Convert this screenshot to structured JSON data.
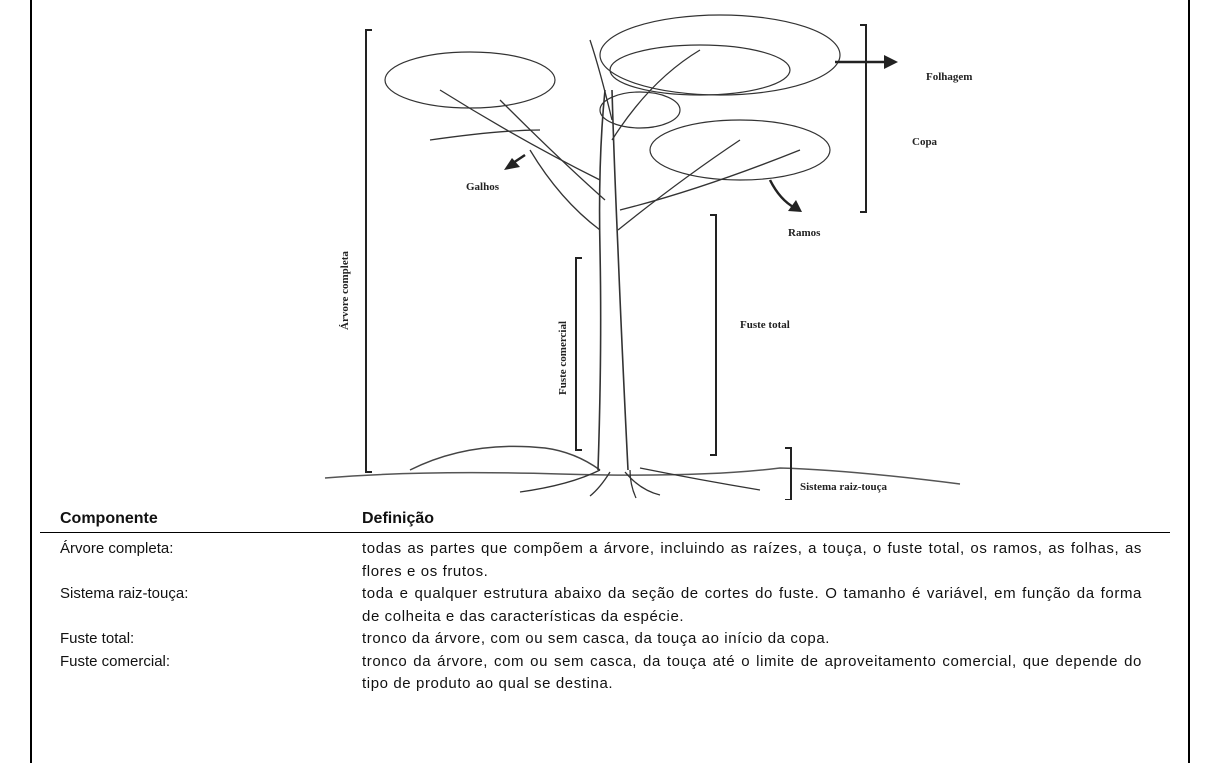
{
  "diagram": {
    "labels": {
      "folhagem": "Folhagem",
      "copa": "Copa",
      "galhos": "Galhos",
      "ramos": "Ramos",
      "fuste_total": "Fuste total",
      "fuste_comercial": "Fuste comercial",
      "arvore_completa": "Árvore completa",
      "sistema_raiz_touca": "Sistema raiz-touça"
    }
  },
  "table": {
    "headers": {
      "component": "Componente",
      "definition": "Definição"
    },
    "rows": [
      {
        "term": "Árvore completa:",
        "definition": "todas as partes que compõem a árvore, incluindo as raízes, a touça, o fuste total, os ramos, as folhas, as flores e os frutos."
      },
      {
        "term": "Sistema raiz-touça:",
        "definition": "toda e qualquer estrutura abaixo da seção de cortes do fuste. O tamanho é variável, em função da forma de colheita e das características da espécie."
      },
      {
        "term": "Fuste total:",
        "definition": "tronco da árvore, com ou sem casca, da touça ao início da copa."
      },
      {
        "term": "Fuste comercial:",
        "definition": "tronco da árvore, com ou sem casca, da touça até o limite de aproveitamento comercial, que depende do tipo de produto ao qual se destina."
      }
    ]
  }
}
